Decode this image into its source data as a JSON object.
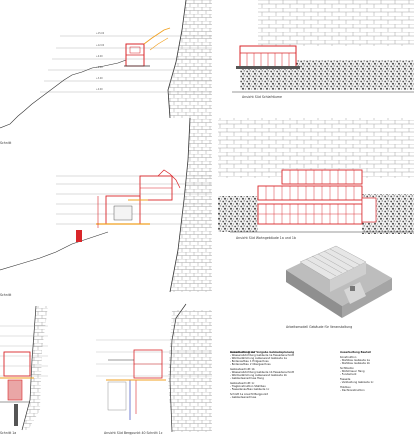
{
  "colors": {
    "accent": "#d9262a",
    "orange": "#f0a020",
    "line": "#333333",
    "grid": "#9a9a9a",
    "rock": "#555555",
    "pink": "#e9a6a6"
  },
  "captions": {
    "front_view_top": "Ansicht Süd Schlafräume",
    "front_view_middle": "Ansicht Süd Wohngebäude 1a und 1b",
    "section_left_top": "Schnitt",
    "section_left_middle": "Schnitt",
    "section_bottom_left": "Schnitt 1a",
    "section_bottom_mid": "Ansicht Süd Bergpunkt 40 Schnitt 1c",
    "model_caption": "Arbeitsmodell Gebäude für Veranstaltung"
  },
  "level_labels": [
    "+0.00",
    "+3.00",
    "+6.00",
    "+9.00",
    "+12.00",
    "+15.00"
  ],
  "notes": {
    "col1_title": "Ausarbeitung auf Vorgabe Gebäudeplanung",
    "col1_lines": [
      "Gebäudeschnitt 1a",
      "- Wasserabdichtung Gebäude 1a Fassadenschnitt",
      "- Wärmedämmung Außenwand Gebäude 1a",
      "- Bodenaufbau 1 Erdgeschoss",
      "- Bodenaufbau 2 Obergeschoss",
      "Gebäudeschnitt 1b",
      "- Wasserabdichtung Gebäude 1b Fassadenschnitt",
      "- Wärmedämmung Außenwand Gebäude 1b",
      "- Gebäudeanschluss Hang",
      "Gebäudeschnitt 1c",
      "- Tragkonstruktion Stahlbau",
      "- Fassadenaufbau Gebäude 1c",
      "Schnitt 1a Ansicht Bergpunkt",
      "- Gebäudeanschluss"
    ],
    "col2_title": "Ausarbeitung Bauteil",
    "col2_lines": [
      "Konstruktion",
      "- Stahlbau Gebäude 1a",
      "- Stahlbau Gebäude 1b",
      "Sichtbeton",
      "- Stützmauer Hang",
      "- Fundament",
      "Fassade",
      "- Verkleidung Gebäude 1c",
      "Holzbau",
      "- Dachkonstruktion"
    ]
  }
}
